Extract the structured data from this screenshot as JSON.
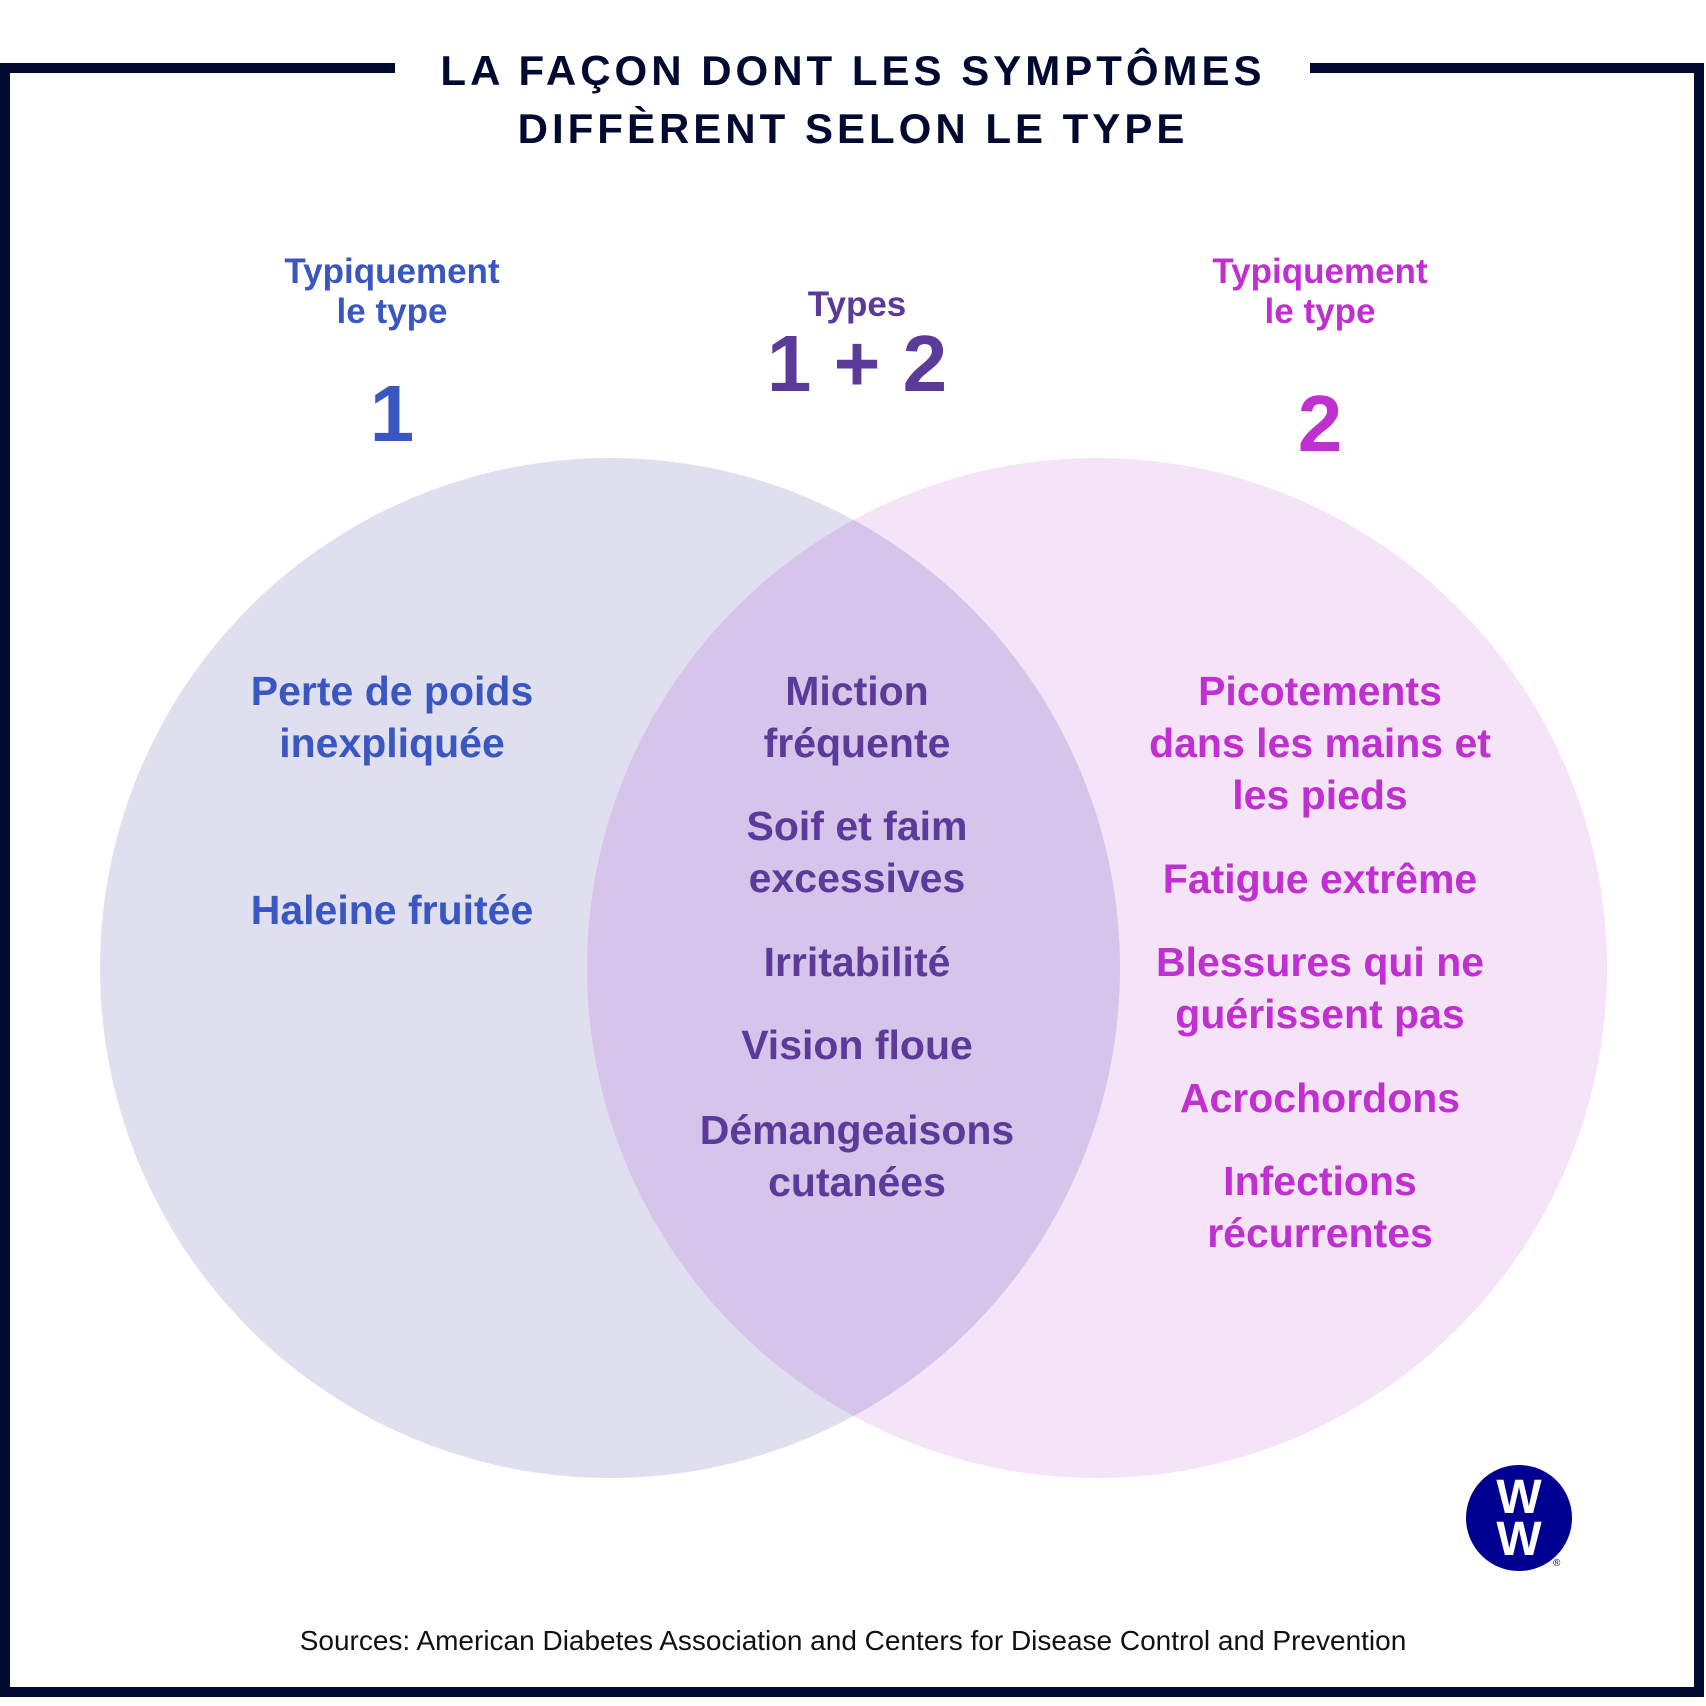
{
  "title": {
    "line1": "LA FAÇON DONT LES SYMPTÔMES",
    "line2": "DIFFÈRENT SELON LE TYPE"
  },
  "colors": {
    "type1": "#3a56c0",
    "both": "#5b3a99",
    "type2": "#c030d0",
    "frame": "#000a30",
    "logo": "#000090"
  },
  "type1": {
    "header1": "Typiquement",
    "header2": "le type",
    "number": "1",
    "items": [
      "Perte de poids",
      "inexpliquée",
      "Haleine fruitée"
    ]
  },
  "both": {
    "header": "Types",
    "number": "1 + 2",
    "items": [
      "Miction",
      "fréquente",
      "Soif et faim",
      "excessives",
      "Irritabilité",
      "Vision floue",
      "Démangeaisons",
      "cutanées"
    ]
  },
  "type2": {
    "header1": "Typiquement",
    "header2": "le type",
    "number": "2",
    "items": [
      "Picotements",
      "dans les mains et",
      "les pieds",
      "Fatigue extrême",
      "Blessures qui ne",
      "guérissent pas",
      "Acrochordons",
      "Infections",
      "récurrentes"
    ]
  },
  "logo": {
    "text": "WW",
    "line1": "W",
    "line2": "W",
    "reg": "®"
  },
  "sources": "Sources: American Diabetes Association and Centers for Disease Control and Prevention"
}
